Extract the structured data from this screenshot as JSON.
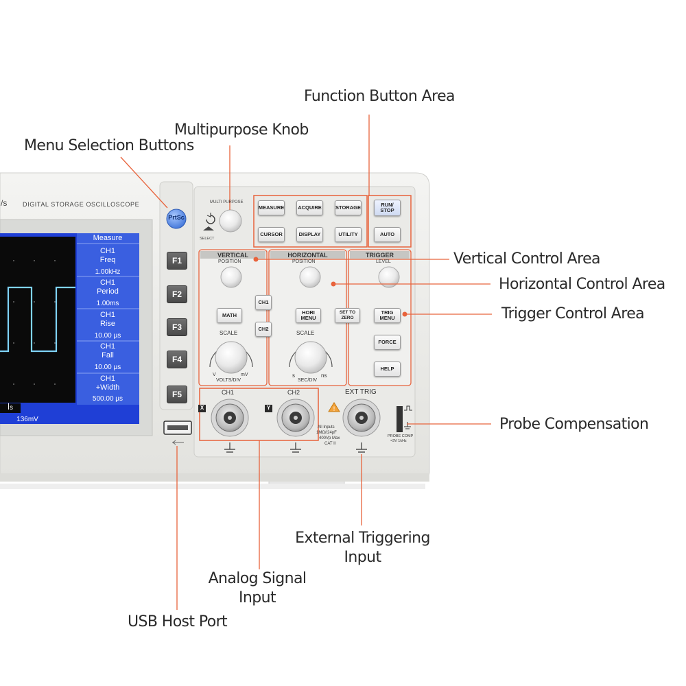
{
  "callouts": {
    "function_area": "Function Button Area",
    "knob": "Multipurpose Knob",
    "menu_buttons": "Menu Selection Buttons",
    "vertical": "Vertical Control Area",
    "horizontal": "Horizontal Control Area",
    "trigger": "Trigger Control Area",
    "probe": "Probe Compensation",
    "ext_trig_1": "External Triggering",
    "ext_trig_2": "Input",
    "analog_1": "Analog Signal",
    "analog_2": "Input",
    "usb": "USB Host Port"
  },
  "device": {
    "model_fragment": "/s",
    "title": "DIGITAL STORAGE OSCILLOSCOPE",
    "multipurpose": "MULTI PURPOSE",
    "select": "SELECT",
    "prtsc": "PrtSc",
    "fkeys": [
      "F1",
      "F2",
      "F3",
      "F4",
      "F5"
    ]
  },
  "screen": {
    "menu_title": "Measure",
    "items": [
      {
        "line1": "CH1",
        "line2": "Freq",
        "value": "1.00kHz"
      },
      {
        "line1": "CH1",
        "line2": "Period",
        "value": "1.00ms"
      },
      {
        "line1": "CH1",
        "line2": "Rise",
        "value": "10.00 µs"
      },
      {
        "line1": "CH1",
        "line2": "Fall",
        "value": "10.00 µs"
      },
      {
        "line1": "CH1",
        "line2": "+Width",
        "value": "500.00 µs"
      }
    ],
    "bottom_left": "ꟾs",
    "trigger_level": "136mV"
  },
  "function_buttons": [
    "MEASURE",
    "ACQUIRE",
    "STORAGE",
    "CURSOR",
    "DISPLAY",
    "UTILITY"
  ],
  "run_buttons": [
    "RUN/ STOP",
    "AUTO"
  ],
  "vertical": {
    "title": "VERTICAL",
    "position": "POSITION",
    "ch1": "CH1",
    "ch2": "CH2",
    "math": "MATH",
    "scale": "SCALE",
    "v": "V",
    "mv": "mV",
    "unit": "VOLTS/DIV"
  },
  "horizontal": {
    "title": "HORIZONTAL",
    "position": "POSITION",
    "hori_menu": "HORI MENU",
    "set_zero": "SET TO ZERO",
    "scale": "SCALE",
    "s": "s",
    "ns": "ns",
    "unit": "SEC/DIV"
  },
  "trigger": {
    "title": "TRIGGER",
    "level": "LEVEL",
    "trig_menu": "TRIG MENU",
    "force": "FORCE",
    "help": "HELP"
  },
  "inputs": {
    "ch1": "CH1",
    "ch2": "CH2",
    "ext": "EXT TRIG",
    "x": "X",
    "y": "Y",
    "warn1": "All Inputs",
    "warn2": "1MΩ//24pF",
    "warn3": "400Vp Max",
    "warn4": "CAT II",
    "probe1": "PROBE COMP",
    "probe2": "≈3V 1kHz"
  },
  "colors": {
    "callout_line": "#e8633c",
    "screen_blue": "#1f3fd6",
    "menu_blue": "#3a5fe0",
    "prtsc_blue": "#5b8fe8"
  }
}
